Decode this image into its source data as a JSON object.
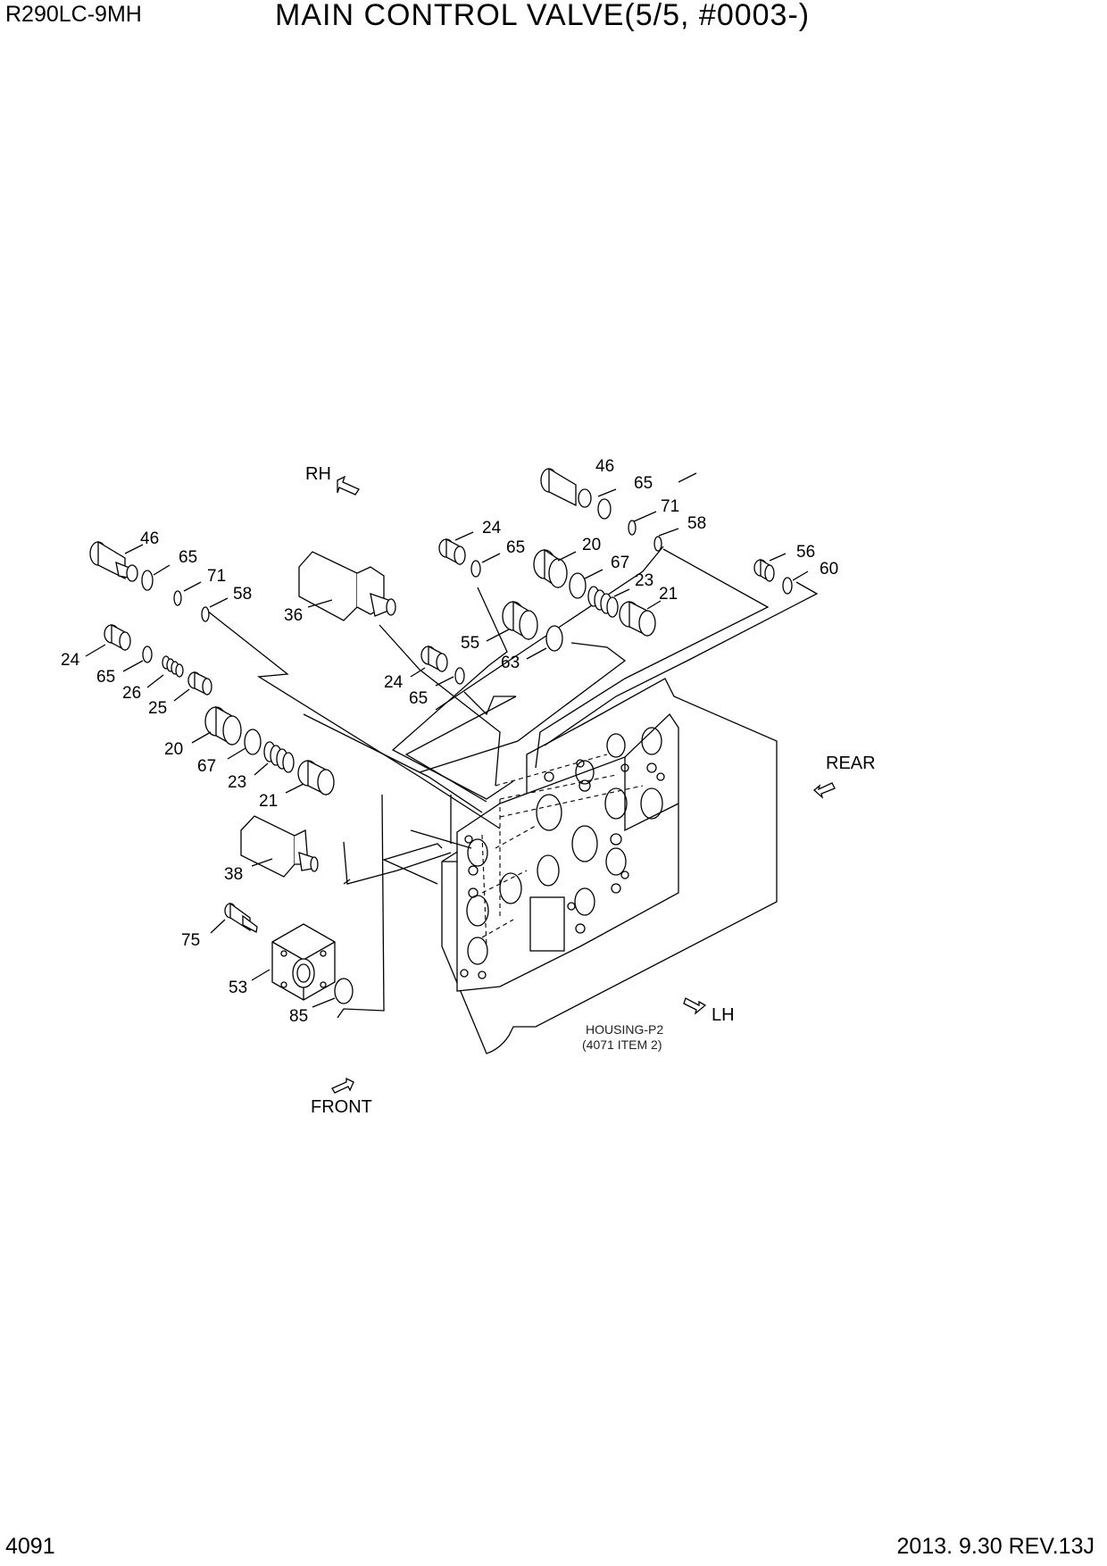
{
  "header": {
    "model": "R290LC-9MH",
    "title": "MAIN CONTROL VALVE(5/5, #0003-)"
  },
  "footer": {
    "page_number": "4091",
    "revision": "2013. 9.30  REV.13J"
  },
  "directions": {
    "rh": "RH",
    "rear": "REAR",
    "lh": "LH",
    "front": "FRONT"
  },
  "housing": {
    "name": "HOUSING-P2",
    "ref": "(4071 ITEM 2)"
  },
  "callouts": [
    {
      "id": "l-46a",
      "text": "46"
    },
    {
      "id": "l-65a",
      "text": "65"
    },
    {
      "id": "l-71a",
      "text": "71"
    },
    {
      "id": "l-58a",
      "text": "58"
    },
    {
      "id": "l-46b",
      "text": "46"
    },
    {
      "id": "l-65b",
      "text": "65"
    },
    {
      "id": "l-71b",
      "text": "71"
    },
    {
      "id": "l-58b",
      "text": "58"
    },
    {
      "id": "l-24a",
      "text": "24"
    },
    {
      "id": "l-65c",
      "text": "65"
    },
    {
      "id": "l-20a",
      "text": "20"
    },
    {
      "id": "l-67a",
      "text": "67"
    },
    {
      "id": "l-23a",
      "text": "23"
    },
    {
      "id": "l-21a",
      "text": "21"
    },
    {
      "id": "l-56",
      "text": "56"
    },
    {
      "id": "l-60",
      "text": "60"
    },
    {
      "id": "l-36",
      "text": "36"
    },
    {
      "id": "l-55",
      "text": "55"
    },
    {
      "id": "l-63",
      "text": "63"
    },
    {
      "id": "l-24b",
      "text": "24"
    },
    {
      "id": "l-65d",
      "text": "65"
    },
    {
      "id": "l-24c",
      "text": "24"
    },
    {
      "id": "l-65e",
      "text": "65"
    },
    {
      "id": "l-26",
      "text": "26"
    },
    {
      "id": "l-25",
      "text": "25"
    },
    {
      "id": "l-20b",
      "text": "20"
    },
    {
      "id": "l-67b",
      "text": "67"
    },
    {
      "id": "l-23b",
      "text": "23"
    },
    {
      "id": "l-21b",
      "text": "21"
    },
    {
      "id": "l-38",
      "text": "38"
    },
    {
      "id": "l-75",
      "text": "75"
    },
    {
      "id": "l-53",
      "text": "53"
    },
    {
      "id": "l-85",
      "text": "85"
    }
  ]
}
